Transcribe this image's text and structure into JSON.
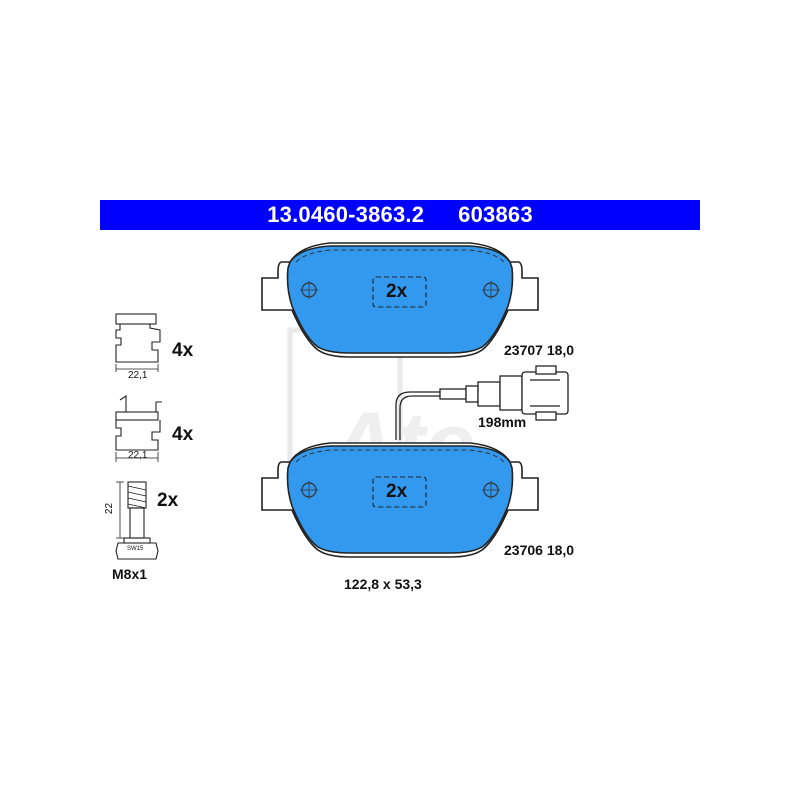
{
  "header": {
    "part_number": "13.0460-3863.2",
    "ref_number": "603863"
  },
  "pads": {
    "top_qty": "2x",
    "top_code": "23707 18,0",
    "bottom_qty": "2x",
    "bottom_code": "23706 18,0",
    "dimensions": "122,8 x 53,3"
  },
  "sensor": {
    "length": "198mm"
  },
  "accessories": {
    "clip1_qty": "4x",
    "clip1_dim": "22,1",
    "clip2_qty": "4x",
    "clip2_dim": "22,1",
    "bolt_qty": "2x",
    "bolt_len": "22",
    "bolt_sw": "SW15",
    "bolt_thread": "M8x1"
  },
  "watermark": "Ate",
  "colors": {
    "header_bg": "#0000ff",
    "pad_fill": "#3399ee",
    "outline": "#222222",
    "watermark": "#e9e9e9"
  }
}
